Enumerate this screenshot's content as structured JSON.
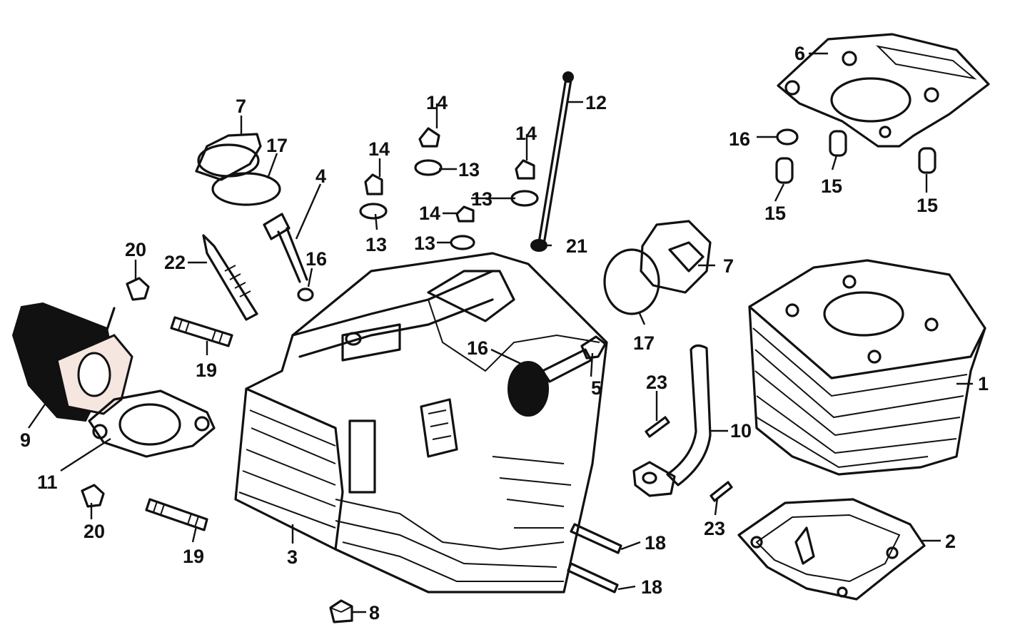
{
  "colors": {
    "ink": "#111111",
    "background": "#ffffff",
    "manifold_tint": "#f5e6e0"
  },
  "callouts": {
    "c1": "1",
    "c2": "2",
    "c3": "3",
    "c4": "4",
    "c5": "5",
    "c6": "6",
    "c7a": "7",
    "c7b": "7",
    "c8": "8",
    "c9": "9",
    "c10": "10",
    "c11": "11",
    "c12": "12",
    "c13a": "13",
    "c13b": "13",
    "c13c": "13",
    "c13d": "13",
    "c14a": "14",
    "c14b": "14",
    "c14c": "14",
    "c14d": "14",
    "c15a": "15",
    "c15b": "15",
    "c15c": "15",
    "c16a": "16",
    "c16b": "16",
    "c16c": "16",
    "c17a": "17",
    "c17b": "17",
    "c18a": "18",
    "c18b": "18",
    "c19a": "19",
    "c19b": "19",
    "c20a": "20",
    "c20b": "20",
    "c21": "21",
    "c22": "22",
    "c23a": "23",
    "c23b": "23"
  }
}
